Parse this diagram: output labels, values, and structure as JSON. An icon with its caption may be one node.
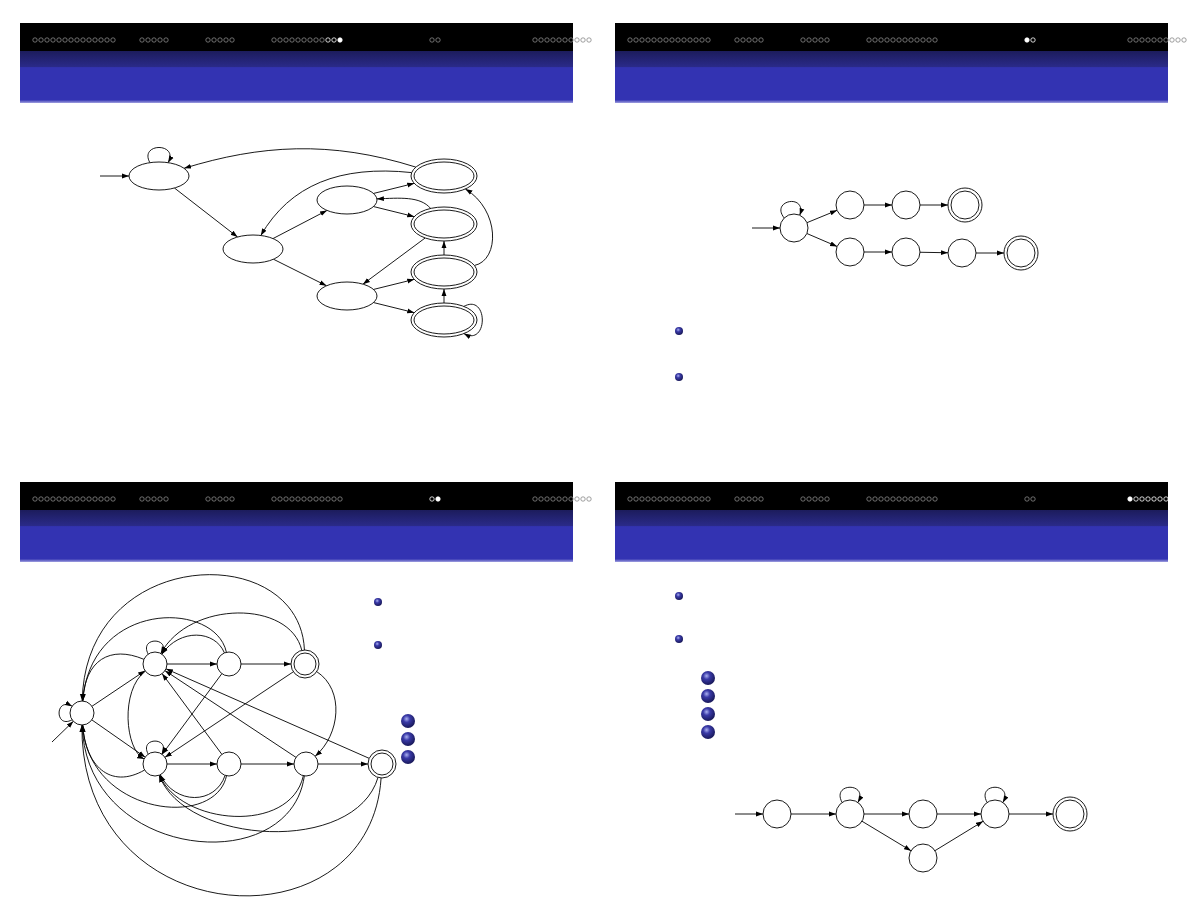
{
  "diagram": {
    "nodes": [
      {
        "text": [],
        "shape": "ellipse"
      },
      {
        "text": [],
        "shape": "ellipse"
      },
      {
        "text": [],
        "shape": "ellipse"
      },
      {
        "text": [],
        "shape": "ellipse"
      },
      {
        "text": [],
        "shape": "double-ellipse"
      },
      {
        "text": [],
        "shape": "double-ellipse"
      },
      {
        "text": [],
        "shape": "double-ellipse"
      },
      {
        "text": [],
        "shape": "double-ellipse"
      },
      {
        "text": [],
        "shape": "circle"
      },
      {
        "text": [],
        "shape": "circle"
      },
      {
        "text": [],
        "shape": "circle"
      },
      {
        "text": [],
        "shape": "double-circle"
      },
      {
        "text": [],
        "shape": "circle"
      },
      {
        "text": [],
        "shape": "circle"
      },
      {
        "text": [],
        "shape": "circle"
      },
      {
        "text": [],
        "shape": "double-circle"
      },
      {
        "text": [],
        "shape": "circle"
      },
      {
        "text": [],
        "shape": "circle"
      },
      {
        "text": [],
        "shape": "circle"
      },
      {
        "text": [],
        "shape": "double-circle"
      },
      {
        "text": [],
        "shape": "circle"
      },
      {
        "text": [],
        "shape": "circle"
      },
      {
        "text": [],
        "shape": "circle"
      },
      {
        "text": [],
        "shape": "double-circle"
      },
      {
        "text": [],
        "shape": "circle"
      },
      {
        "text": [],
        "shape": "circle"
      },
      {
        "text": [],
        "shape": "circle"
      },
      {
        "text": [],
        "shape": "circle"
      },
      {
        "text": [],
        "shape": "double-circle"
      },
      {
        "text": [],
        "shape": "circle"
      }
    ],
    "edges": [
      {
        "from": null,
        "to": 0,
        "arrow": "to"
      },
      {
        "from": 0,
        "to": 0,
        "arrow": "to"
      },
      {
        "from": 0,
        "to": 1,
        "arrow": "to"
      },
      {
        "from": 1,
        "to": 2,
        "arrow": "to"
      },
      {
        "from": 1,
        "to": 3,
        "arrow": "to"
      },
      {
        "from": 2,
        "to": 4,
        "arrow": "to"
      },
      {
        "from": 2,
        "to": 5,
        "arrow": "to"
      },
      {
        "from": 5,
        "to": 2,
        "arrow": "to"
      },
      {
        "from": 4,
        "to": 0,
        "arrow": "to"
      },
      {
        "from": 4,
        "to": 1,
        "arrow": "to"
      },
      {
        "from": 5,
        "to": 3,
        "arrow": "to"
      },
      {
        "from": 3,
        "to": 6,
        "arrow": "to"
      },
      {
        "from": 3,
        "to": 7,
        "arrow": "to"
      },
      {
        "from": 7,
        "to": 6,
        "arrow": "to"
      },
      {
        "from": 6,
        "to": 5,
        "arrow": "to"
      },
      {
        "from": 6,
        "to": 4,
        "arrow": "to"
      },
      {
        "from": 7,
        "to": 7,
        "arrow": "to"
      },
      {
        "from": null,
        "to": 8,
        "arrow": "to"
      },
      {
        "from": 8,
        "to": 8,
        "arrow": "to"
      },
      {
        "from": 8,
        "to": 9,
        "arrow": "to"
      },
      {
        "from": 9,
        "to": 10,
        "arrow": "to"
      },
      {
        "from": 10,
        "to": 11,
        "arrow": "to"
      },
      {
        "from": 8,
        "to": 12,
        "arrow": "to"
      },
      {
        "from": 12,
        "to": 13,
        "arrow": "to"
      },
      {
        "from": 13,
        "to": 14,
        "arrow": "to"
      },
      {
        "from": 14,
        "to": 15,
        "arrow": "to"
      },
      {
        "from": null,
        "to": 16,
        "arrow": "to"
      },
      {
        "from": 16,
        "to": 16,
        "arrow": "to"
      },
      {
        "from": 16,
        "to": 17,
        "arrow": "to"
      },
      {
        "from": 16,
        "to": 20,
        "arrow": "to"
      },
      {
        "from": 17,
        "to": 18,
        "arrow": "to"
      },
      {
        "from": 18,
        "to": 19,
        "arrow": "to"
      },
      {
        "from": 20,
        "to": 21,
        "arrow": "to"
      },
      {
        "from": 21,
        "to": 22,
        "arrow": "to"
      },
      {
        "from": 22,
        "to": 23,
        "arrow": "to"
      },
      {
        "from": 17,
        "to": 17,
        "arrow": "to"
      },
      {
        "from": 20,
        "to": 20,
        "arrow": "to"
      },
      {
        "from": 18,
        "to": 20,
        "arrow": "to"
      },
      {
        "from": 19,
        "to": 20,
        "arrow": "to"
      },
      {
        "from": 21,
        "to": 17,
        "arrow": "to"
      },
      {
        "from": 22,
        "to": 17,
        "arrow": "to"
      },
      {
        "from": 23,
        "to": 17,
        "arrow": "to"
      },
      {
        "from": 19,
        "to": 16,
        "arrow": "to"
      },
      {
        "from": 18,
        "to": 16,
        "arrow": "to"
      },
      {
        "from": 17,
        "to": 16,
        "arrow": "to"
      },
      {
        "from": 19,
        "to": 17,
        "arrow": "to"
      },
      {
        "from": 18,
        "to": 17,
        "arrow": "to"
      },
      {
        "from": 19,
        "to": 22,
        "arrow": "to"
      },
      {
        "from": 17,
        "to": 20,
        "arrow": "to"
      },
      {
        "from": 20,
        "to": 16,
        "arrow": "to"
      },
      {
        "from": 21,
        "to": 16,
        "arrow": "to"
      },
      {
        "from": 22,
        "to": 16,
        "arrow": "to"
      },
      {
        "from": 23,
        "to": 16,
        "arrow": "to"
      },
      {
        "from": 21,
        "to": 20,
        "arrow": "to"
      },
      {
        "from": 22,
        "to": 20,
        "arrow": "to"
      },
      {
        "from": 23,
        "to": 20,
        "arrow": "to"
      },
      {
        "from": null,
        "to": 24,
        "arrow": "to"
      },
      {
        "from": 24,
        "to": 25,
        "arrow": "to"
      },
      {
        "from": 25,
        "to": 25,
        "arrow": "to"
      },
      {
        "from": 25,
        "to": 26,
        "arrow": "to"
      },
      {
        "from": 26,
        "to": 27,
        "arrow": "to"
      },
      {
        "from": 27,
        "to": 27,
        "arrow": "to"
      },
      {
        "from": 27,
        "to": 28,
        "arrow": "to"
      },
      {
        "from": 25,
        "to": 29,
        "arrow": "to"
      },
      {
        "from": 29,
        "to": 27,
        "arrow": "to"
      }
    ]
  }
}
